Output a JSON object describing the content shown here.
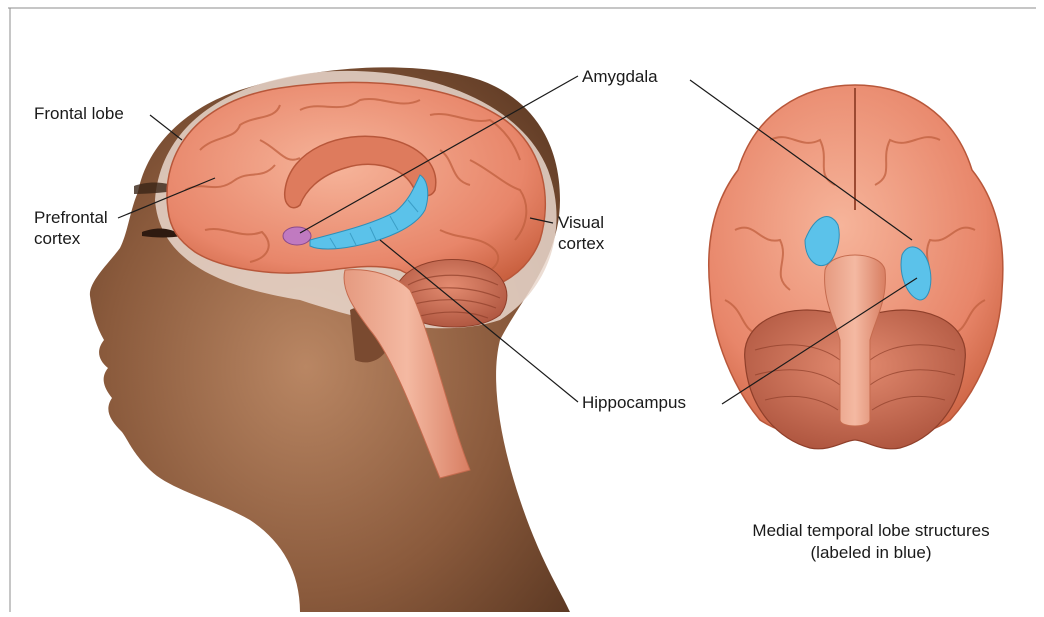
{
  "labels": {
    "frontal_lobe": "Frontal lobe",
    "prefrontal_line1": "Prefrontal",
    "prefrontal_line2": "cortex",
    "amygdala": "Amygdala",
    "visual_line1": "Visual",
    "visual_line2": "cortex",
    "hippocampus": "Hippocampus"
  },
  "caption": {
    "line1": "Medial temporal lobe structures",
    "line2": "(labeled in blue)"
  },
  "colors": {
    "brain": "#e8866a",
    "brain_dark": "#c9603f",
    "brain_light": "#f3a88d",
    "skin": "#8a5a3c",
    "skin_dark": "#5e3a24",
    "skin_light": "#b98663",
    "highlight_blue": "#5bc2ea",
    "amygdala_purple": "#c07ac0",
    "halo": "#e9d7cc"
  }
}
